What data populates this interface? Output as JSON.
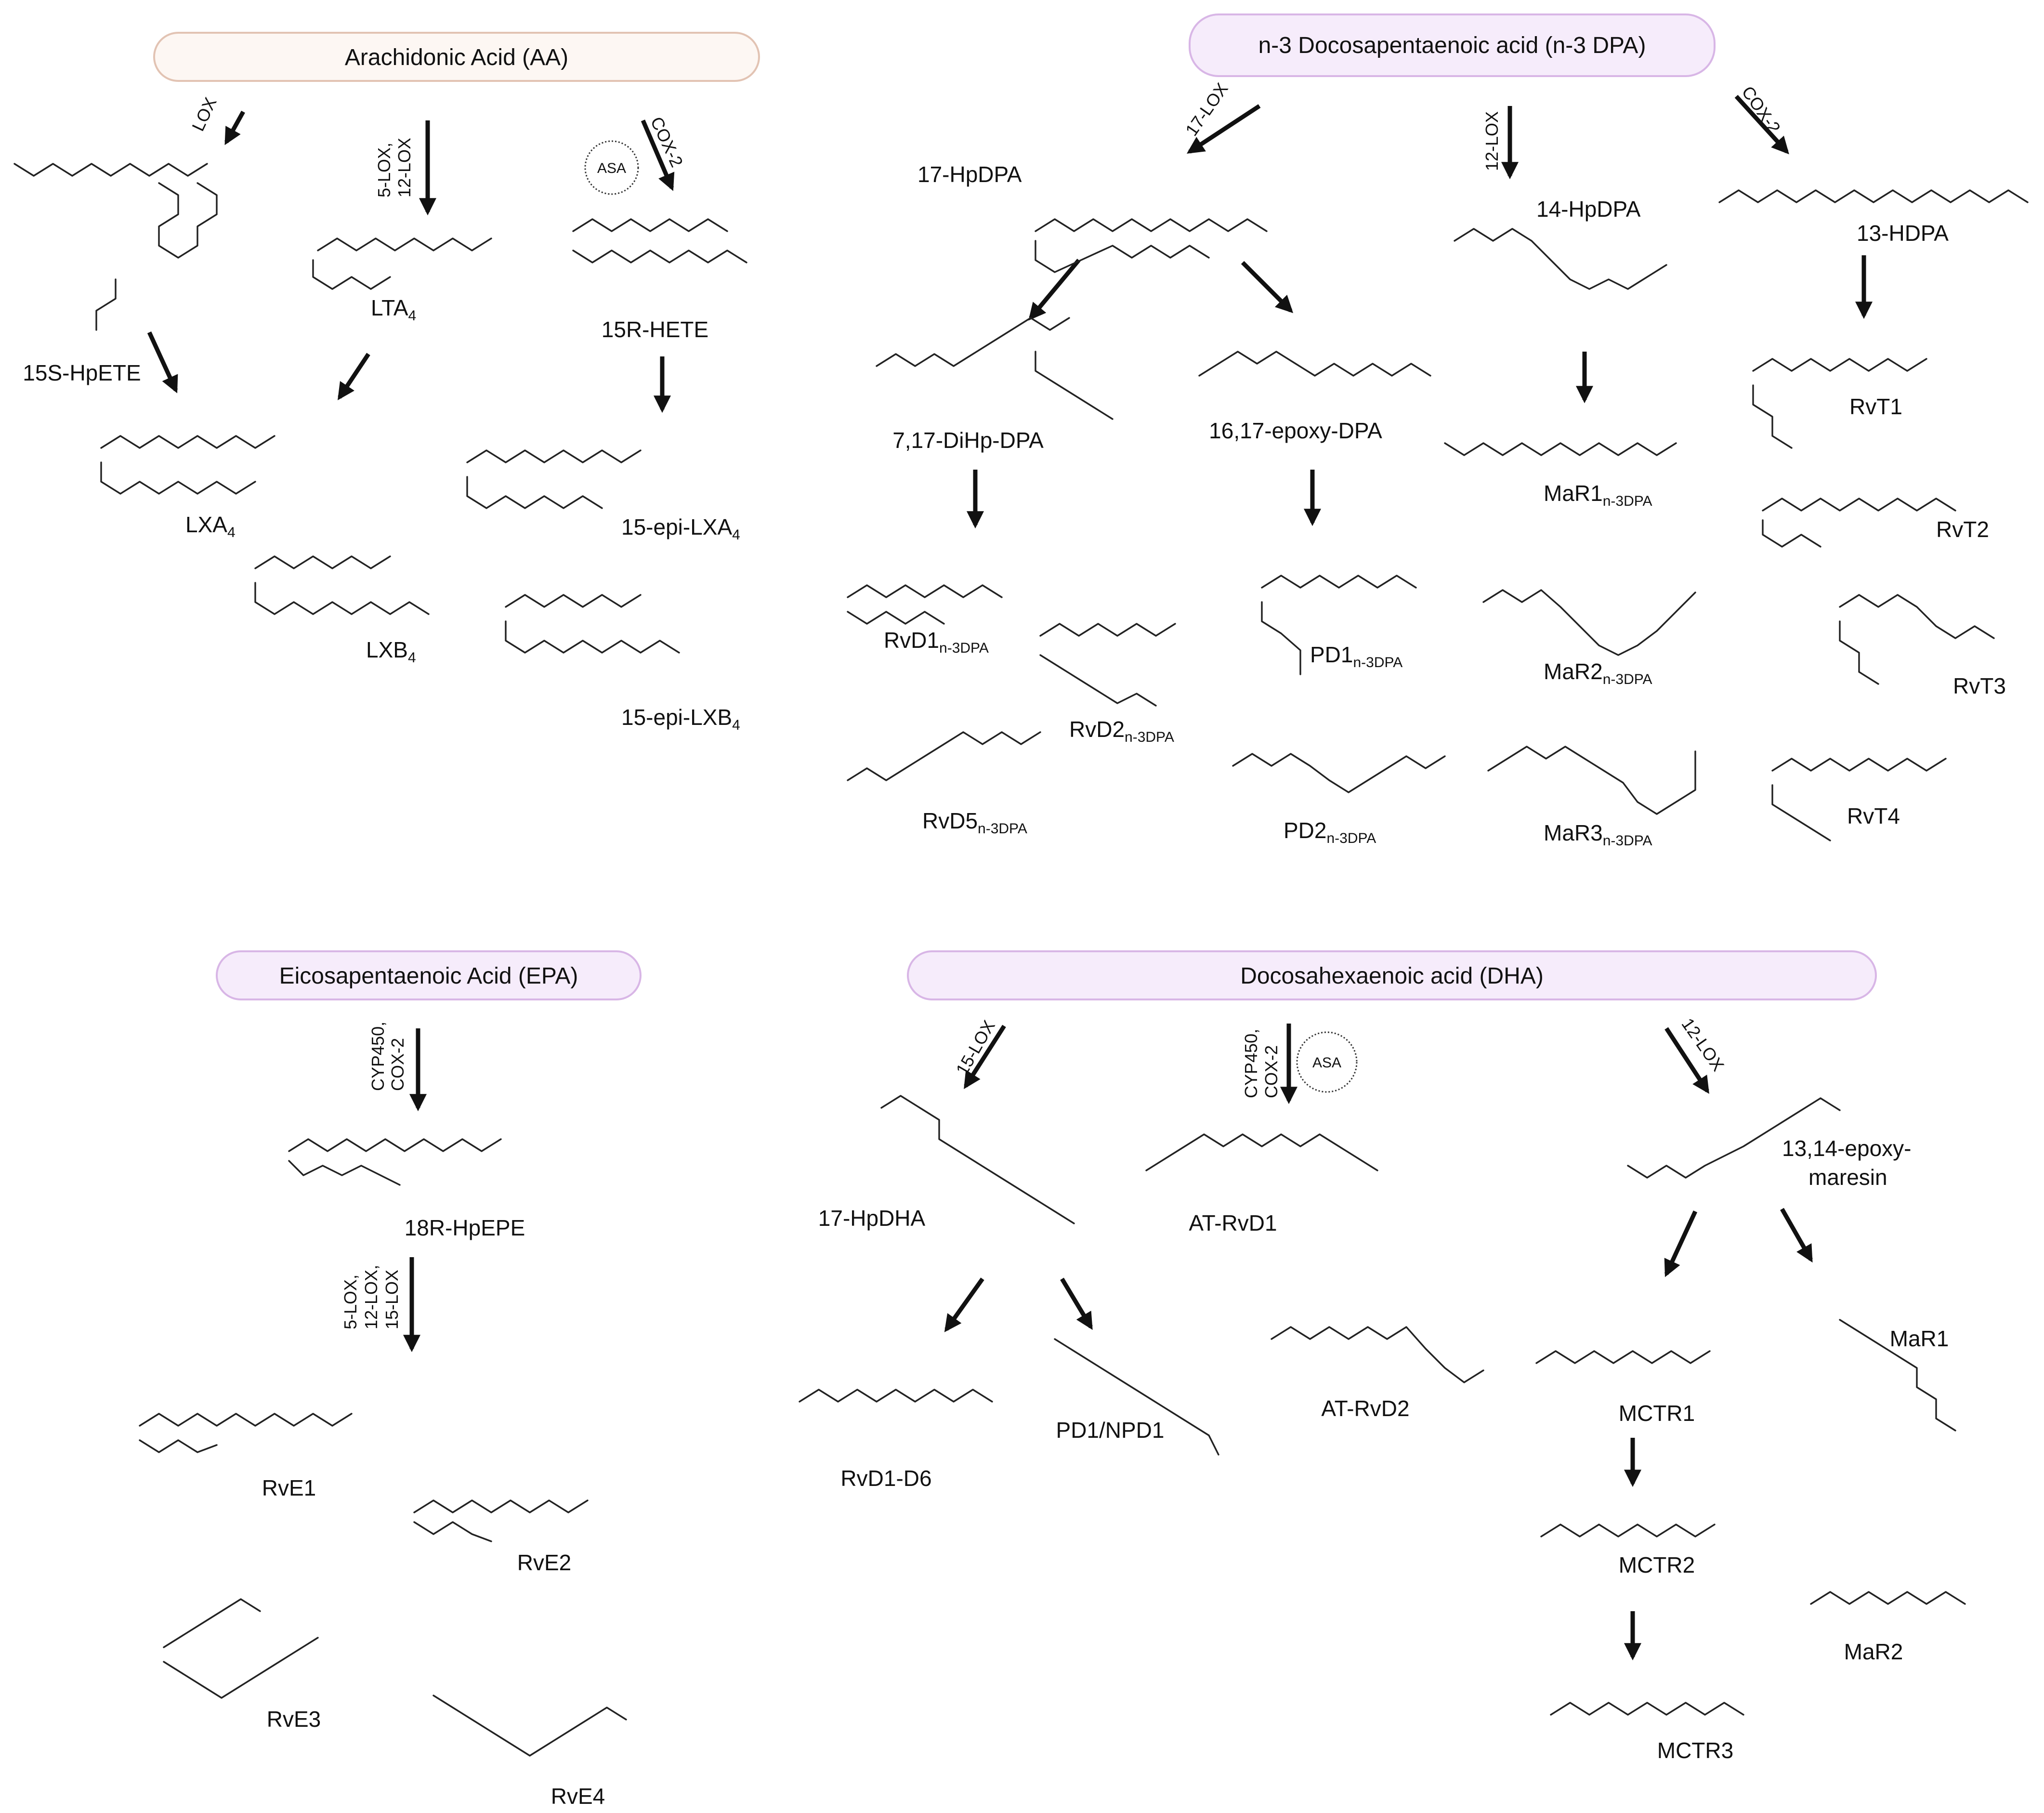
{
  "sections": {
    "aa": {
      "title": "Arachidonic Acid (AA)"
    },
    "dpa": {
      "title": "n-3 Docosapentaenoic acid (n-3 DPA)"
    },
    "epa": {
      "title": "Eicosapentaenoic Acid (EPA)"
    },
    "dha": {
      "title": "Docosahexaenoic acid (DHA)"
    }
  },
  "colors": {
    "aa_box_fill": "#fdf7f3",
    "aa_box_stroke": "#e2c3b3",
    "lipid_box_fill": "#f6ecfb",
    "lipid_box_stroke": "#d8b6e6",
    "hydroxyl": "#e02020",
    "nitrogen": "#3a6ad8",
    "sulfur": "#c9a227"
  },
  "icons": {
    "molecule": "skeletal-structure-icon",
    "arrow": "pathway-arrow-icon",
    "asa": "aspirin-circle-icon"
  },
  "enzymes": {
    "aa_lox": "LOX",
    "aa_5lox": "5-LOX,",
    "aa_12lox": "12-LOX",
    "aa_cox2": "COX-2",
    "dpa_17lox": "17-LOX",
    "dpa_12lox": "12-LOX",
    "dpa_cox2": "COX-2",
    "epa_cyp450": "CYP450,",
    "epa_cox2": "COX-2",
    "epa_5lox": "5-LOX,",
    "epa_12lox": "12-LOX,",
    "epa_15lox": "15-LOX",
    "dha_15lox": "15-LOX",
    "dha_cyp450": "CYP450,",
    "dha_cox2": "COX-2",
    "dha_12lox": "12-LOX",
    "asa": "ASA"
  },
  "labels": {
    "aa_hpete": "15S-HpETE",
    "aa_lta4": "LTA",
    "aa_lta4_sub": "4",
    "aa_15rhete": "15R-HETE",
    "aa_lxa4": "LXA",
    "aa_lxa4_sub": "4",
    "aa_lxb4": "LXB",
    "aa_lxb4_sub": "4",
    "aa_epilxa4": "15-epi-LXA",
    "aa_epilxa4_sub": "4",
    "aa_epilxb4": "15-epi-LXB",
    "aa_epilxb4_sub": "4",
    "dpa_17hpdpa": "17-HpDPA",
    "dpa_14hpdpa": "14-HpDPA",
    "dpa_13hdpa": "13-HDPA",
    "dpa_717": "7,17-DiHp-DPA",
    "dpa_1617": "16,17-epoxy-DPA",
    "dpa_rvd1": "RvD1",
    "dpa_rvd1_sub": "n-3DPA",
    "dpa_rvd2": "RvD2",
    "dpa_rvd2_sub": "n-3DPA",
    "dpa_rvd5": "RvD5",
    "dpa_rvd5_sub": "n-3DPA",
    "dpa_pd1": "PD1",
    "dpa_pd1_sub": "n-3DPA",
    "dpa_pd2": "PD2",
    "dpa_pd2_sub": "n-3DPA",
    "dpa_mar1": "MaR1",
    "dpa_mar1_sub": "n-3DPA",
    "dpa_mar2": "MaR2",
    "dpa_mar2_sub": "n-3DPA",
    "dpa_mar3": "MaR3",
    "dpa_mar3_sub": "n-3DPA",
    "dpa_rvt1": "RvT1",
    "dpa_rvt2": "RvT2",
    "dpa_rvt3": "RvT3",
    "dpa_rvt4": "RvT4",
    "epa_18r": "18R-HpEPE",
    "epa_rve1": "RvE1",
    "epa_rve2": "RvE2",
    "epa_rve3": "RvE3",
    "epa_rve4": "RvE4",
    "dha_17hpdha": "17-HpDHA",
    "dha_atrvd1": "AT-RvD1",
    "dha_atrvd2": "AT-RvD2",
    "dha_epoxymaresin_1": "13,14-epoxy-",
    "dha_epoxymaresin_2": "maresin",
    "dha_rvd": "RvD1-D6",
    "dha_pd1": "PD1/NPD1",
    "dha_mctr1": "MCTR1",
    "dha_mctr2": "MCTR2",
    "dha_mctr3": "MCTR3",
    "dha_mar1": "MaR1",
    "dha_mar2": "MaR2"
  }
}
